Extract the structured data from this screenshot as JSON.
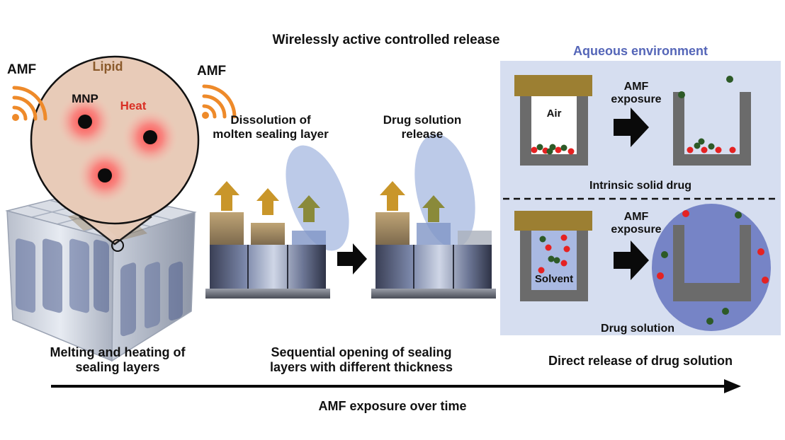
{
  "title": "Wirelessly active controlled release",
  "panel_left": {
    "amf_label": "AMF",
    "lipid_label": "Lipid",
    "mnp_label": "MNP",
    "heat_label": "Heat",
    "caption_line1": "Melting and heating of",
    "caption_line2": "sealing layers"
  },
  "panel_middle": {
    "amf_label": "AMF",
    "step1_line1": "Dissolution of",
    "step1_line2": "molten sealing layer",
    "step2_line1": "Drug solution",
    "step2_line2": "release",
    "caption_line1": "Sequential opening of sealing",
    "caption_line2": "layers with different thickness"
  },
  "panel_right": {
    "header": "Aqueous environment",
    "top": {
      "air_label": "Air",
      "amf_line1": "AMF",
      "amf_line2": "exposure",
      "caption": "Intrinsic solid drug"
    },
    "bottom": {
      "solvent_label": "Solvent",
      "amf_line1": "AMF",
      "amf_line2": "exposure",
      "caption": "Drug solution"
    },
    "caption": "Direct release of drug solution"
  },
  "timeline_label": "AMF exposure over time",
  "colors": {
    "amf_orange": "#ee8a2a",
    "lipid_brown": "#8b5a2b",
    "heat_red": "#d93025",
    "aqueous_blue": "#5566b8",
    "panel_bg": "#d6def0",
    "well_grey": "#6b6b6b",
    "seal_gold": "#9c7f32",
    "drug_red": "#e52222",
    "drug_green": "#2d5a27",
    "arrow_gold": "#c9962a",
    "arrow_olive": "#8a8a3a",
    "droplet_blue": "#8fa6d8"
  }
}
